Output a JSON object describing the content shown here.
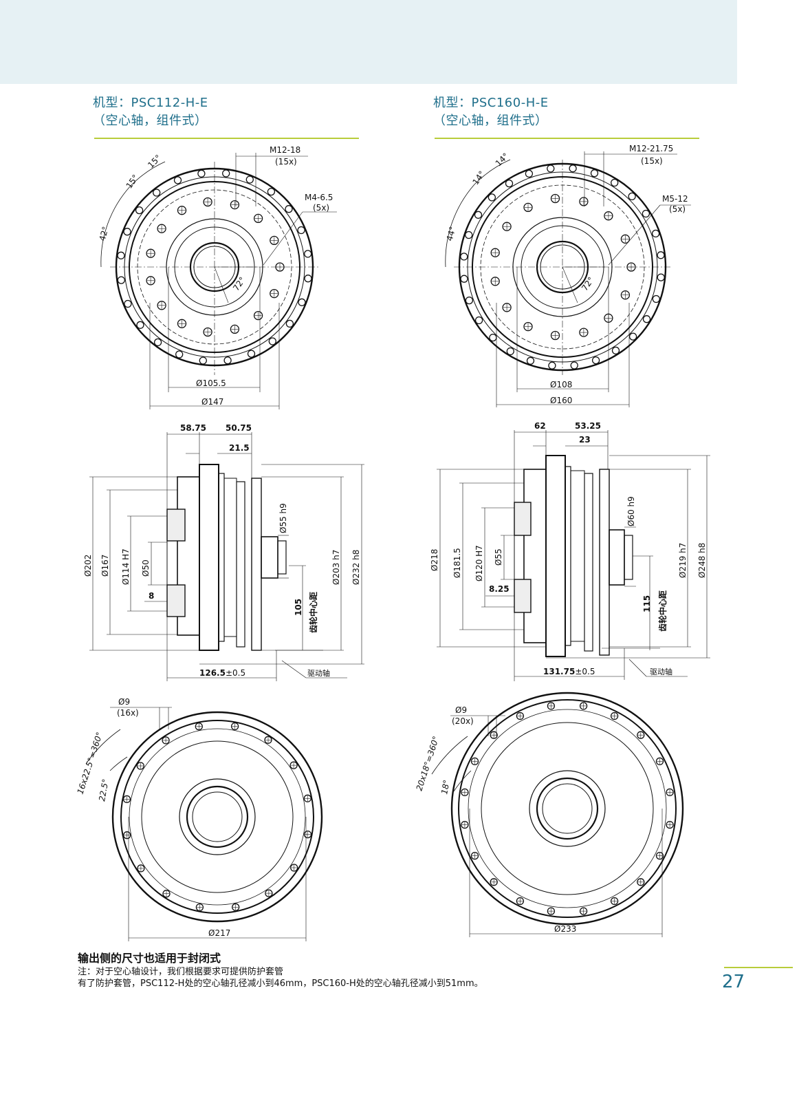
{
  "left": {
    "title_line1": "机型：PSC112-H-E",
    "title_line2": "（空心轴，组件式）",
    "front": {
      "thread_spec": "M12-18",
      "thread_count": "(15x)",
      "small_thread_spec": "M4-6.5",
      "small_thread_count": "(5x)",
      "angle_a": "15°",
      "angle_b": "15°",
      "angle_c": "42°",
      "angle_d": "72°",
      "dia_inner": "Ø105.5",
      "dia_outer": "Ø147"
    },
    "side": {
      "dim_a": "58.75",
      "dim_b": "50.75",
      "dim_c": "21.5",
      "dim_d": "8",
      "d1": "Ø202",
      "d2": "Ø167",
      "d3": "Ø114 H7",
      "d4": "Ø50",
      "d5": "Ø55 h9",
      "d6": "Ø203 h7",
      "d7": "Ø232 h8",
      "center_dist": "105",
      "center_label": "齿轮中心距",
      "length": "126.5",
      "length_tol": "±0.5",
      "shaft_label": "驱动轴"
    },
    "back": {
      "hole": "Ø9",
      "hole_count": "(16x)",
      "pitch_total": "16x22.5°=360°",
      "pitch": "22.5°",
      "dia": "Ø217"
    }
  },
  "right": {
    "title_line1": "机型：PSC160-H-E",
    "title_line2": "（空心轴，组件式）",
    "front": {
      "thread_spec": "M12-21.75",
      "thread_count": "(15x)",
      "small_thread_spec": "M5-12",
      "small_thread_count": "(5x)",
      "angle_a": "14°",
      "angle_b": "14°",
      "angle_c": "44°",
      "angle_d": "72°",
      "dia_inner": "Ø108",
      "dia_outer": "Ø160"
    },
    "side": {
      "dim_a": "62",
      "dim_b": "53.25",
      "dim_c": "23",
      "dim_d": "8.25",
      "d1": "Ø218",
      "d2": "Ø181.5",
      "d3": "Ø120 H7",
      "d4": "Ø55",
      "d5": "Ø60 h9",
      "d6": "Ø219 h7",
      "d7": "Ø248 h8",
      "center_dist": "115",
      "center_label": "齿轮中心距",
      "length": "131.75",
      "length_tol": "±0.5",
      "shaft_label": "驱动轴"
    },
    "back": {
      "hole": "Ø9",
      "hole_count": "(20x)",
      "pitch_total": "20x18°=360°",
      "pitch": "18°",
      "dia": "Ø233"
    }
  },
  "footnote": {
    "heading": "输出侧的尺寸也适用于封闭式",
    "line1": "注：对于空心轴设计，我们根据要求可提供防护套管",
    "line2": "有了防护套管，PSC112-H处的空心轴孔径减小到46mm，PSC160-H处的空心轴孔径减小到51mm。"
  },
  "page_number": "27",
  "colors": {
    "accent": "#1f6f8b",
    "rule": "#b8cc3a",
    "band": "#e6f1f4"
  }
}
